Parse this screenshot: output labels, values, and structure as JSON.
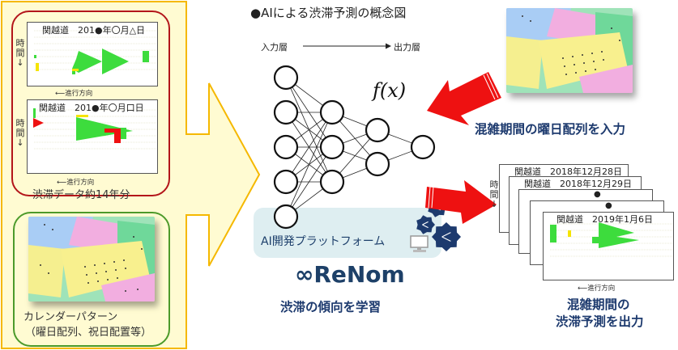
{
  "title": "●AIによる渋滞予測の概念図",
  "colors": {
    "accent_red": "#ee1111",
    "panel_yellow": "#fffbd2",
    "panel_yellow_border": "#f5b800",
    "history_border": "#b3151a",
    "calendar_border": "#4c9a2a",
    "brand_navy": "#1d3a6e",
    "congestion_green": "#3ddc3d",
    "congestion_red": "#ee1010"
  },
  "inputs": {
    "history": {
      "charts": [
        {
          "title": "関越道　201●年〇月△日"
        },
        {
          "title": "関越道　201●年〇月口日"
        }
      ],
      "time_axis_label": "時間",
      "direction_label": "進行方向",
      "caption": "渋滞データ約14年分"
    },
    "calendar": {
      "caption_line1": "カレンダーパターン",
      "caption_line2": "（曜日配列、祝日配置等）"
    }
  },
  "network": {
    "input_layer_label": "入力層",
    "output_layer_label": "出力層",
    "function_label": "f(x)",
    "layers": [
      5,
      3,
      2,
      1
    ]
  },
  "platform": {
    "label": "AI開発プラットフォーム",
    "brand": "∞ReNom",
    "caption": "渋滞の傾向を学習",
    "icons": [
      "gear-share-icon",
      "gear-share-icon",
      "gear-share-icon",
      "computer-icon"
    ]
  },
  "right_input": {
    "caption": "混雑期間の曜日配列を入力"
  },
  "output": {
    "charts": [
      {
        "title": "関越道　2018年12月28日"
      },
      {
        "title": "関越道　2018年12月29日"
      },
      {
        "title": "●"
      },
      {
        "title": "●"
      },
      {
        "title": "関越道　2019年1月6日"
      }
    ],
    "time_axis_label": "時間",
    "direction_label": "進行方向",
    "caption_line1": "混雑期間の",
    "caption_line2": "渋滞予測を出力"
  }
}
